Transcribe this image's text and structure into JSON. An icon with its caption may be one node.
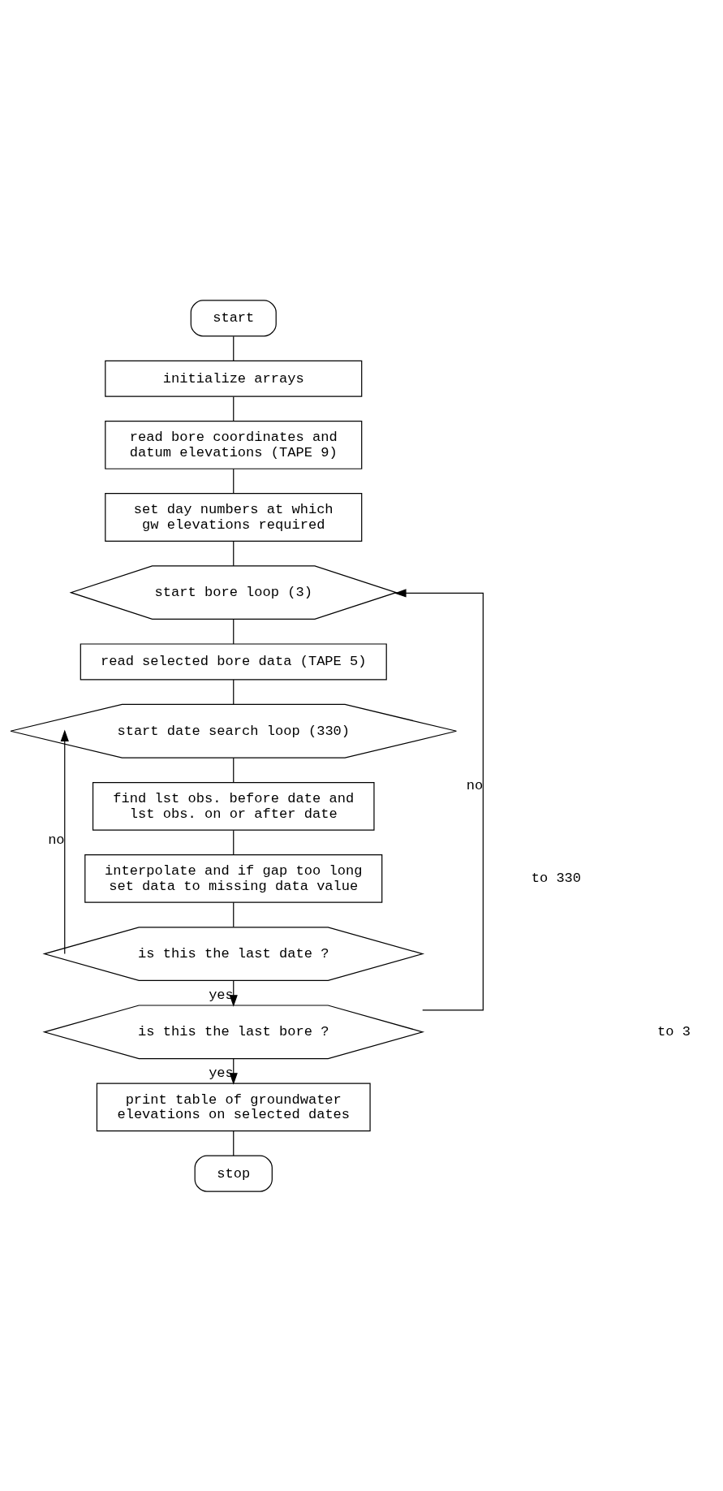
{
  "diagram": {
    "nodes": [
      {
        "text": [
          "start"
        ]
      },
      {
        "text": [
          "initialize arrays"
        ]
      },
      {
        "text": [
          "read bore coordinates and datum elevations (TAPE 9)"
        ]
      },
      {
        "text": [
          "set day numbers at which gw elevations required"
        ]
      },
      {
        "text": [
          "start bore loop (3)"
        ]
      },
      {
        "text": [
          "read selected bore data (TAPE 5)"
        ]
      },
      {
        "text": [
          "start date search loop (330)"
        ]
      },
      {
        "text": [
          "find lst obs. before date and lst obs. on or after date"
        ]
      },
      {
        "text": [
          "interpolate and if gap too long set data to missing data value"
        ]
      },
      {
        "text": [
          "is this the last date ?"
        ]
      },
      {
        "text": [
          "is this the last bore ?"
        ]
      },
      {
        "text": [
          "print table of groundwater elevations on selected dates"
        ]
      },
      {
        "text": [
          "stop"
        ]
      }
    ],
    "edges": [
      {
        "from": 0,
        "to": 1,
        "arrow": "none"
      },
      {
        "from": 1,
        "to": 2,
        "arrow": "none"
      },
      {
        "from": 2,
        "to": 3,
        "arrow": "none"
      },
      {
        "from": 3,
        "to": 4,
        "arrow": "none"
      },
      {
        "from": 4,
        "to": 5,
        "arrow": "none"
      },
      {
        "from": 5,
        "to": 6,
        "arrow": "none"
      },
      {
        "from": 6,
        "to": 7,
        "arrow": "none"
      },
      {
        "from": 7,
        "to": 8,
        "arrow": "none"
      },
      {
        "from": 8,
        "to": 9,
        "arrow": "none"
      },
      {
        "from": 9,
        "to": 10,
        "arrow": "to",
        "label": "yes"
      },
      {
        "from": 9,
        "to": 6,
        "arrow": "to",
        "label": "no"
      },
      {
        "from": 10,
        "to": 11,
        "arrow": "to",
        "label": "yes"
      },
      {
        "from": 10,
        "to": 4,
        "arrow": "to",
        "label": "no"
      },
      {
        "from": 11,
        "to": 12,
        "arrow": "none"
      }
    ],
    "labels": [
      "to 330",
      "to 3"
    ]
  }
}
